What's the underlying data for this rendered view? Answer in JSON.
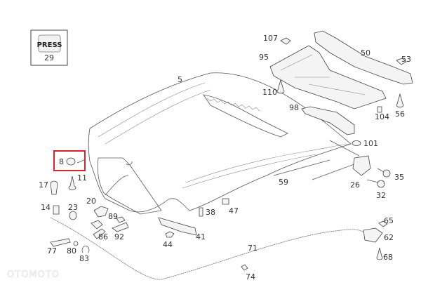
{
  "press_box": {
    "label": "PRESS",
    "number": "29"
  },
  "highlight_color": "#d0262e",
  "highlighted_part": "8",
  "parts": {
    "p5": "5",
    "p107": "107",
    "p95": "95",
    "p50": "50",
    "p53": "53",
    "p110": "110",
    "p98": "98",
    "p104": "104",
    "p56": "56",
    "p101": "101",
    "p8": "8",
    "p11": "11",
    "p17": "17",
    "p14": "14",
    "p23": "23",
    "p20": "20",
    "p89": "89",
    "p86": "86",
    "p92": "92",
    "p77": "77",
    "p80": "80",
    "p83": "83",
    "p44": "44",
    "p41": "41",
    "p38": "38",
    "p47": "47",
    "p59": "59",
    "p26": "26",
    "p35": "35",
    "p32": "32",
    "p65": "65",
    "p62": "62",
    "p68": "68",
    "p71": "71",
    "p74": "74"
  },
  "watermark": "OTOMOTO"
}
